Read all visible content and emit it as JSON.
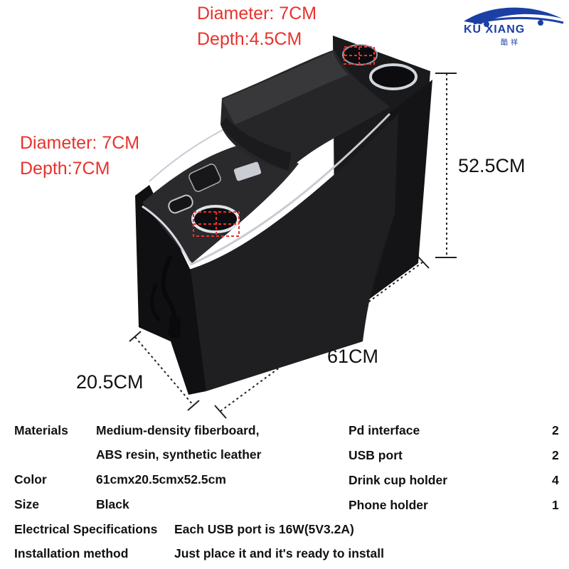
{
  "brand": {
    "name": "KU XIANG",
    "chinese": "酷祥"
  },
  "callouts": {
    "top": {
      "diameter": "Diameter: 7CM",
      "depth": "Depth:4.5CM"
    },
    "middle": {
      "diameter": "Diameter: 7CM",
      "depth": "Depth:7CM"
    }
  },
  "dimensions": {
    "height": "52.5CM",
    "length": "61CM",
    "width": "20.5CM"
  },
  "specs_left": [
    {
      "label": "Materials",
      "value": "Medium-density fiberboard,"
    },
    {
      "label": "",
      "value": "ABS resin, synthetic leather"
    },
    {
      "label": "Color",
      "value": "61cmx20.5cmx52.5cm"
    },
    {
      "label": "Size",
      "value": "Black"
    },
    {
      "label": "Electrical Specifications",
      "value": "Each USB port is 16W(5V3.2A)"
    },
    {
      "label": "Installation method",
      "value": "Just place it and it's ready to install"
    }
  ],
  "specs_right": [
    {
      "label": "Pd interface",
      "value": "2"
    },
    {
      "label": "USB port",
      "value": "2"
    },
    {
      "label": "Drink cup holder",
      "value": "4"
    },
    {
      "label": "Phone holder",
      "value": "1"
    }
  ],
  "colors": {
    "callout_red": "#e8322d",
    "logo_blue": "#1b3fa4",
    "leather": "#1e1e20"
  }
}
